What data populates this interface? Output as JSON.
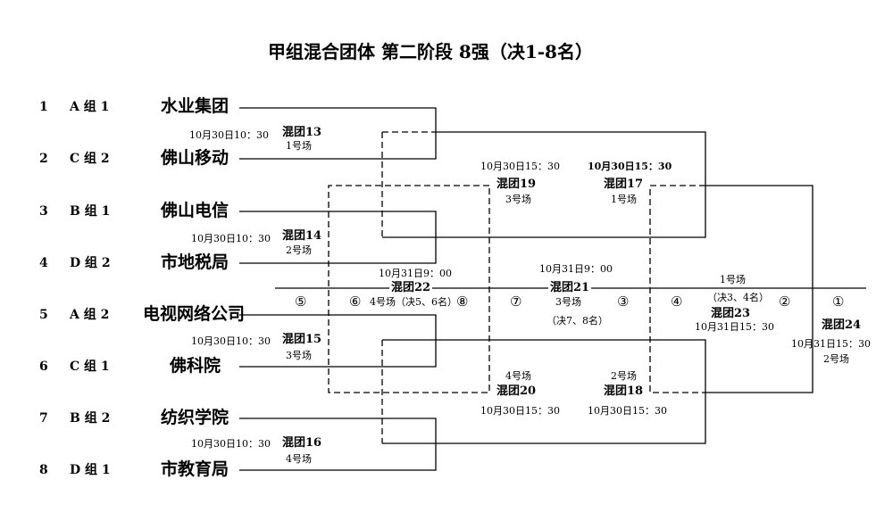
{
  "title": "甲组混合团体 第二阶段  8强（决1-8名）",
  "seeds": [
    {
      "num": "1",
      "group": "A 组 1",
      "team": "水业集团"
    },
    {
      "num": "2",
      "group": "C 组 2",
      "team": "佛山移动"
    },
    {
      "num": "3",
      "group": "B 组 1",
      "team": "佛山电信"
    },
    {
      "num": "4",
      "group": "D 组 2",
      "team": "市地税局"
    },
    {
      "num": "5",
      "group": "A 组 2",
      "team": "电视网络公司"
    },
    {
      "num": "6",
      "group": "C 组 1",
      "team": "佛科院"
    },
    {
      "num": "7",
      "group": "B 组 2",
      "team": "纺织学院"
    },
    {
      "num": "8",
      "group": "D 组 1",
      "team": "市教育局"
    }
  ],
  "matches": {
    "m13": {
      "time": "10月30日10：30",
      "name": "混团13",
      "venue": "1号场"
    },
    "m14": {
      "time": "10月30日10：30",
      "name": "混团14",
      "venue": "2号场"
    },
    "m15": {
      "time": "10月30日10：30",
      "name": "混团15",
      "venue": "3号场"
    },
    "m16": {
      "time": "10月30日10：30",
      "name": "混团16",
      "venue": "4号场"
    },
    "m19": {
      "time": "10月30日15：30",
      "name": "混团19",
      "venue": "3号场"
    },
    "m17": {
      "time": "10月30日15：30",
      "name": "混团17",
      "venue": "1号场"
    },
    "m20": {
      "time": "10月30日15：30",
      "name": "混团20",
      "venue": "4号场"
    },
    "m18": {
      "time": "10月30日15：30",
      "name": "混团18",
      "venue": "2号场"
    },
    "m22": {
      "time": "10月31日9：00",
      "name": "混团22",
      "venue": "4号场（决5、6名）"
    },
    "m21": {
      "time": "10月31日9：00",
      "name": "混团21",
      "venue": "3号场",
      "note": "（决7、8名）"
    },
    "m23": {
      "time": "10月31日15：30",
      "name": "混团23",
      "venue": "1号场",
      "note": "（决3、4名）"
    },
    "m24": {
      "time": "10月31日15：30",
      "name": "混团24",
      "venue": "2号场"
    }
  },
  "places": [
    "⑤",
    "⑥",
    "⑧",
    "⑦",
    "③",
    "④",
    "②",
    "①"
  ]
}
